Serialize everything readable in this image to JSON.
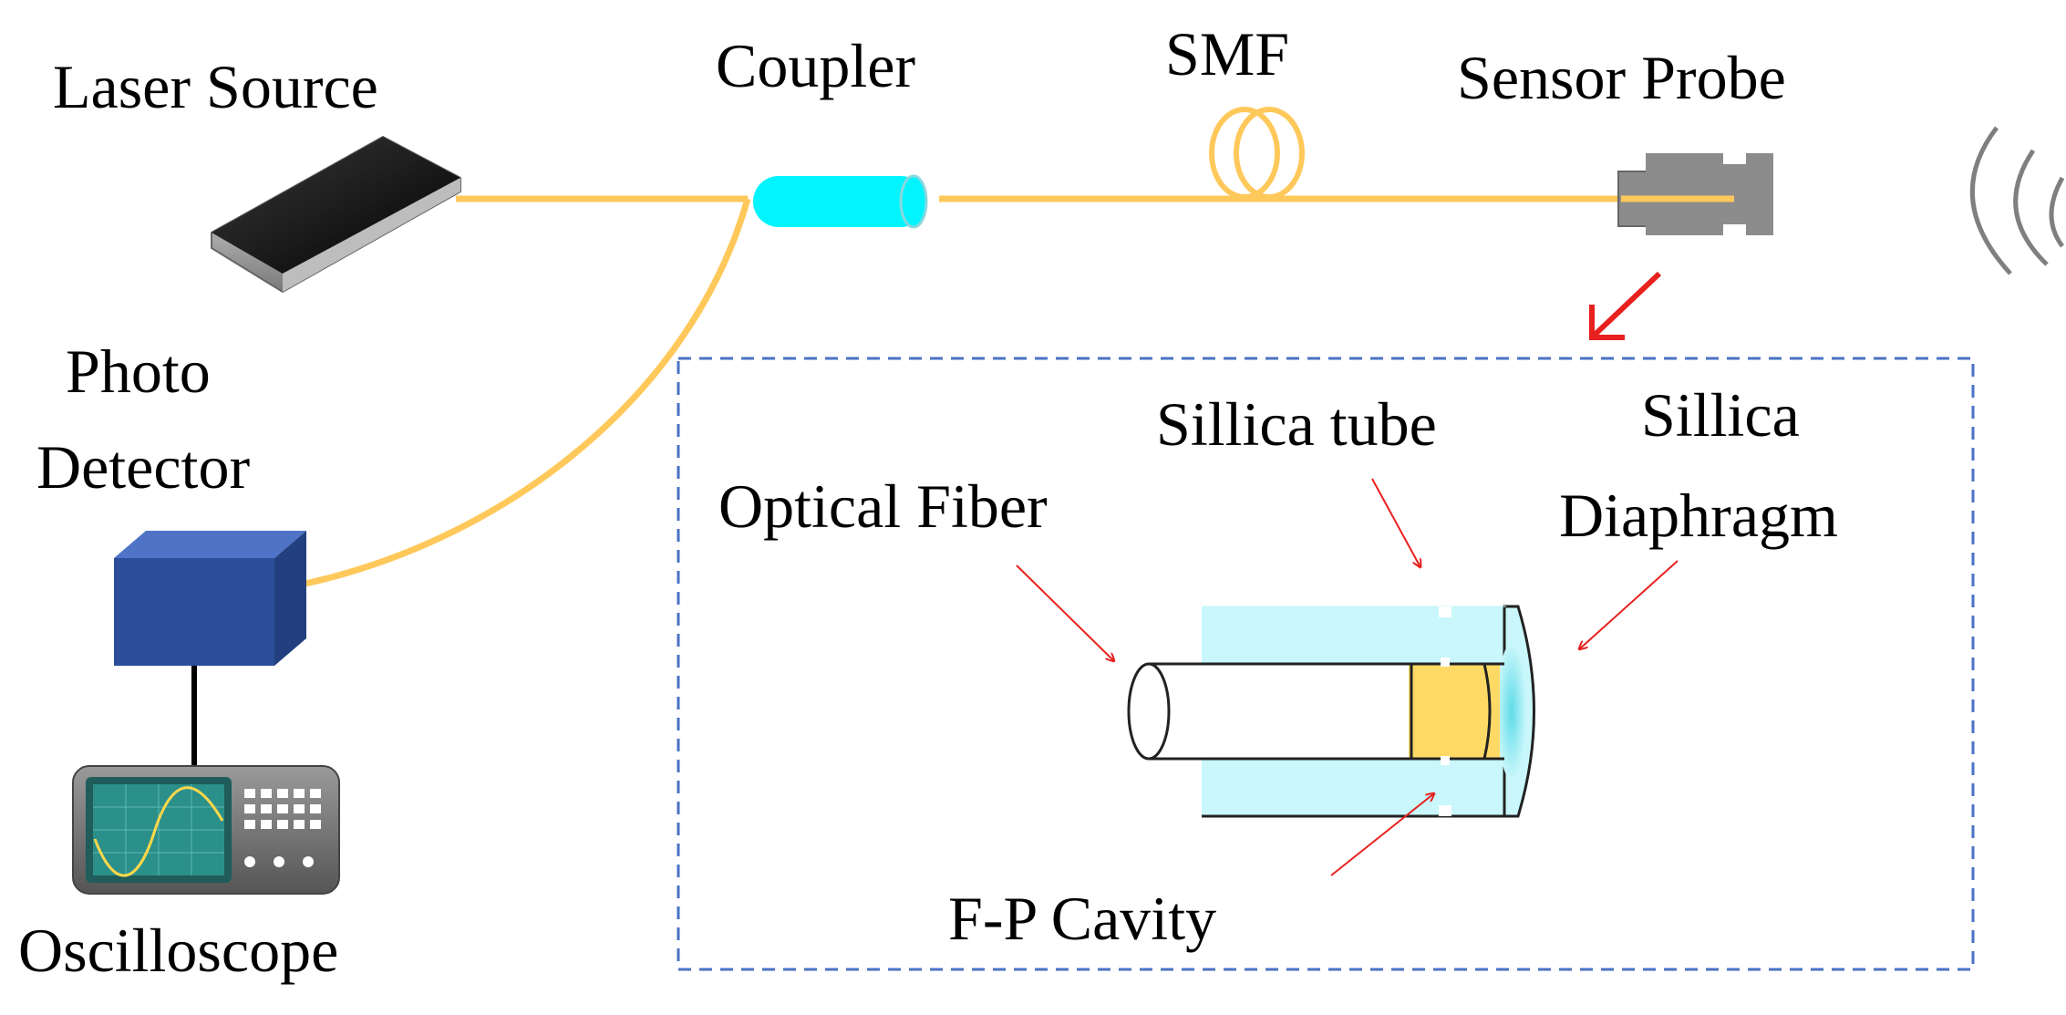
{
  "labels": {
    "laser_source": "Laser Source",
    "coupler": "Coupler",
    "smf": "SMF",
    "sensor_probe": "Sensor Probe",
    "photo": "Photo",
    "detector": "Detector",
    "oscilloscope": "Oscilloscope",
    "optical_fiber": "Optical Fiber",
    "sillica_tube": "Sillica tube",
    "sillica": "Sillica",
    "diaphragm": "Diaphragm",
    "fp_cavity": "F-P Cavity"
  },
  "icons": {
    "laser": "laser-source-icon",
    "coupler": "coupler-icon",
    "smf_coil": "fiber-coil-icon",
    "probe": "sensor-probe-icon",
    "detector": "photo-detector-icon",
    "scope": "oscilloscope-icon",
    "sound": "sound-wave-icon"
  },
  "colors": {
    "fiber": "#FFC85A",
    "coupler": "#00F5FF",
    "tube": "#C9F7FB",
    "cavity": "#FFD966",
    "diaphragm_glow": "#7FE6F0",
    "pointer": "#E8201E",
    "box_border": "#4A72C4",
    "detector": "#2C4E9A",
    "probe": "#8C8C8C",
    "screen": "#2B8F8A",
    "sound": "#7F7F7F"
  }
}
